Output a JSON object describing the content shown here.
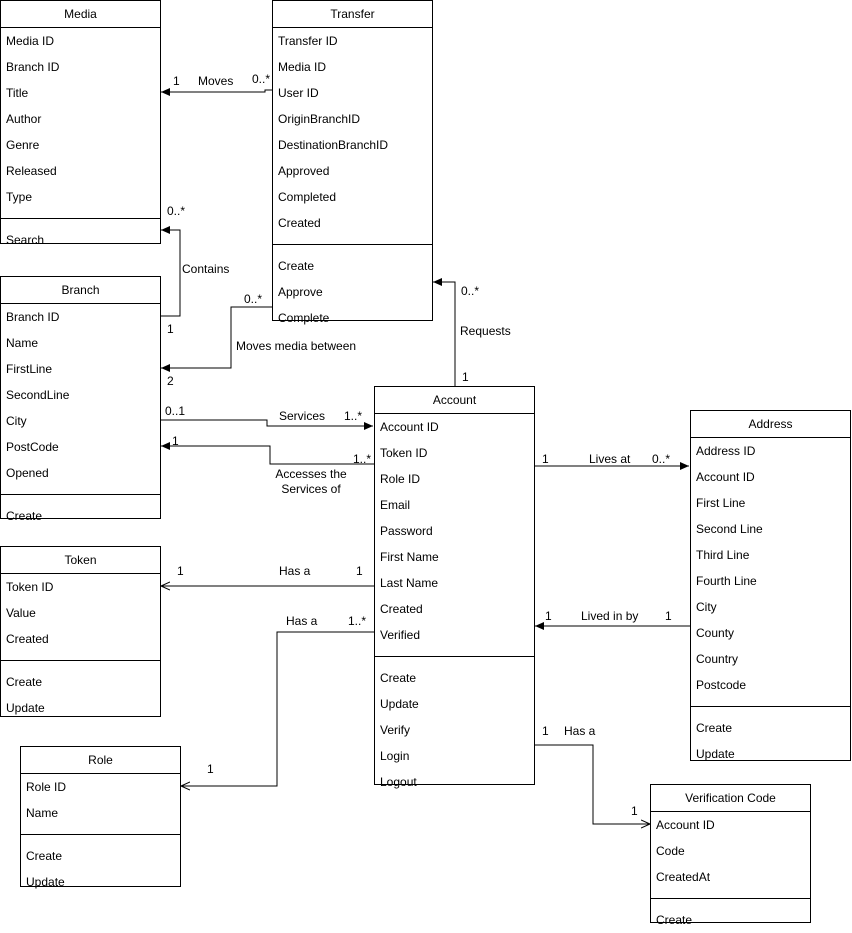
{
  "classes": {
    "media": {
      "title": "Media",
      "attributes": [
        "Media ID",
        "Branch ID",
        "Title",
        "Author",
        "Genre",
        "Released",
        "Type"
      ],
      "methods": [
        "Search"
      ]
    },
    "transfer": {
      "title": "Transfer",
      "attributes": [
        "Transfer ID",
        "Media ID",
        "User ID",
        "OriginBranchID",
        "DestinationBranchID",
        "Approved",
        "Completed",
        "Created"
      ],
      "methods": [
        "Create",
        "Approve",
        "Complete"
      ]
    },
    "branch": {
      "title": "Branch",
      "attributes": [
        "Branch ID",
        "Name",
        "FirstLine",
        "SecondLine",
        "City",
        "PostCode",
        "Opened"
      ],
      "methods": [
        "Create"
      ]
    },
    "account": {
      "title": "Account",
      "attributes": [
        "Account ID",
        "Token ID",
        "Role ID",
        "Email",
        "Password",
        "First Name",
        "Last Name",
        "Created",
        "Verified"
      ],
      "methods": [
        "Create",
        "Update",
        "Verify",
        "Login",
        "Logout"
      ]
    },
    "address": {
      "title": "Address",
      "attributes": [
        "Address ID",
        "Account ID",
        "First Line",
        "Second Line",
        "Third Line",
        "Fourth Line",
        "City",
        "County",
        "Country",
        "Postcode"
      ],
      "methods": [
        "Create",
        "Update"
      ]
    },
    "token": {
      "title": "Token",
      "attributes": [
        "Token ID",
        "Value",
        "Created"
      ],
      "methods": [
        "Create",
        "Update"
      ]
    },
    "role": {
      "title": "Role",
      "attributes": [
        "Role ID",
        "Name"
      ],
      "methods": [
        "Create",
        "Update"
      ]
    },
    "verification": {
      "title": "Verification Code",
      "attributes": [
        "Account ID",
        "Code",
        "CreatedAt"
      ],
      "methods": [
        "Create"
      ]
    }
  },
  "relations": {
    "moves": {
      "label": "Moves",
      "mult_source": "1",
      "mult_target": "0..*"
    },
    "contains": {
      "label": "Contains",
      "mult_media": "0..*",
      "mult_branch": "1"
    },
    "moves_between": {
      "label": "Moves media between",
      "mult_transfer": "0..*",
      "mult_branch": "2"
    },
    "requests": {
      "label": "Requests",
      "mult_transfer": "0..*",
      "mult_account": "1"
    },
    "services": {
      "label": "Services",
      "mult_branch": "0..1",
      "mult_account": "1..*"
    },
    "accesses": {
      "label_line1": "Accesses the",
      "label_line2": "Services of",
      "mult_branch": "1",
      "mult_account": "1..*"
    },
    "has_token": {
      "label": "Has a",
      "mult_token": "1",
      "mult_account": "1"
    },
    "has_role": {
      "label": "Has a",
      "mult_account": "1..*",
      "mult_role": "1"
    },
    "lives_at": {
      "label": "Lives at",
      "mult_account": "1",
      "mult_address": "0..*"
    },
    "lived_in_by": {
      "label": "Lived in by",
      "mult_account": "1",
      "mult_address": "1"
    },
    "has_code": {
      "label": "Has a",
      "mult_account": "1",
      "mult_code": "1"
    }
  }
}
